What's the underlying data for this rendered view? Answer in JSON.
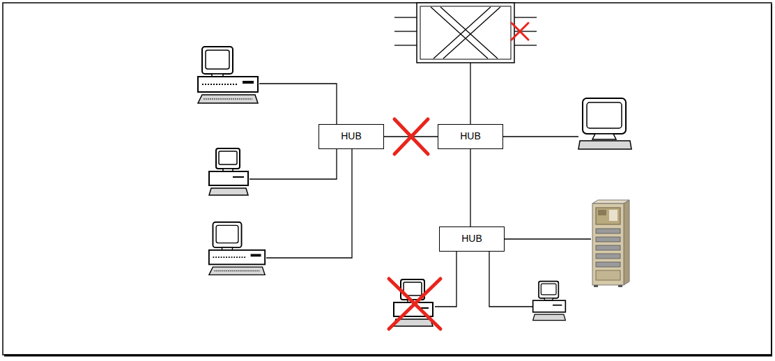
{
  "diagram": {
    "nodes": [
      {
        "text": [
          "HUB"
        ]
      },
      {
        "text": [
          "HUB"
        ]
      },
      {
        "text": [
          "HUB"
        ]
      }
    ],
    "edges": [
      {
        "from": 0,
        "to": 1,
        "arrow": "none"
      },
      {
        "from": 1,
        "to": 2,
        "arrow": "none"
      }
    ]
  }
}
